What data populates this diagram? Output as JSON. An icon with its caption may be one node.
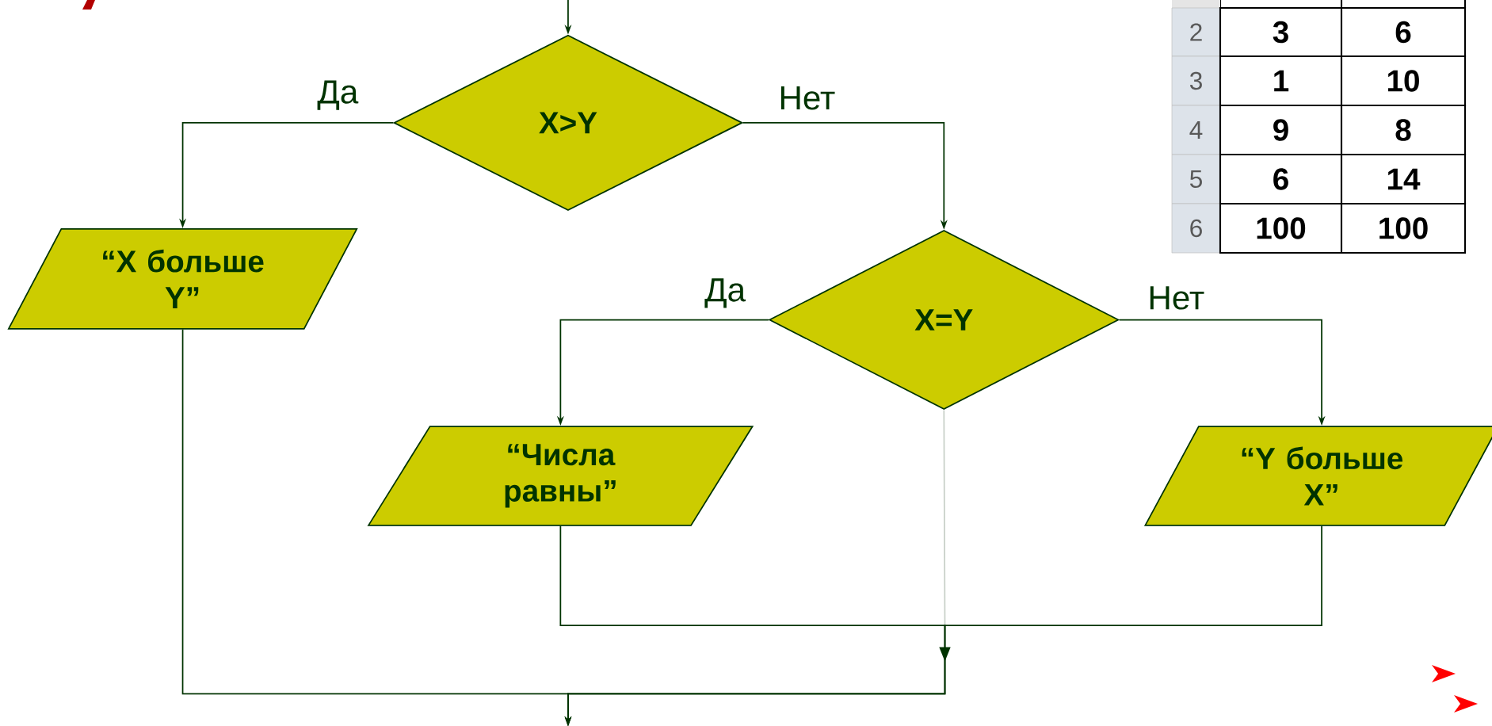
{
  "diagram": {
    "nodes": [
      {
        "text": [
          "X>Y"
        ]
      },
      {
        "text": [
          "“X больше Y”"
        ]
      },
      {
        "text": [
          "X=Y"
        ]
      },
      {
        "text": [
          "“Числа равны”"
        ]
      },
      {
        "text": [
          "“Y больше X”"
        ]
      }
    ],
    "edges": [
      {
        "from": null,
        "to": 0,
        "arrow": "to"
      },
      {
        "from": 0,
        "to": 1,
        "arrow": "to",
        "label": "Да"
      },
      {
        "from": 0,
        "to": 2,
        "arrow": "to",
        "label": "Нет"
      },
      {
        "from": 2,
        "to": 3,
        "arrow": "to",
        "label": "Да"
      },
      {
        "from": 2,
        "to": 4,
        "arrow": "to",
        "label": "Нет"
      },
      {
        "from": 1,
        "to": null,
        "arrow": "to"
      },
      {
        "from": 3,
        "to": null,
        "arrow": "to"
      },
      {
        "from": 4,
        "to": null,
        "arrow": "to"
      },
      {
        "from": 2,
        "to": null,
        "arrow": "to",
        "color": "#c8d0c8"
      }
    ],
    "labels": [
      "2",
      "3",
      "6",
      "3",
      "1",
      "10",
      "4",
      "9",
      "8",
      "5",
      "6",
      "14",
      "6",
      "100",
      "100"
    ]
  }
}
